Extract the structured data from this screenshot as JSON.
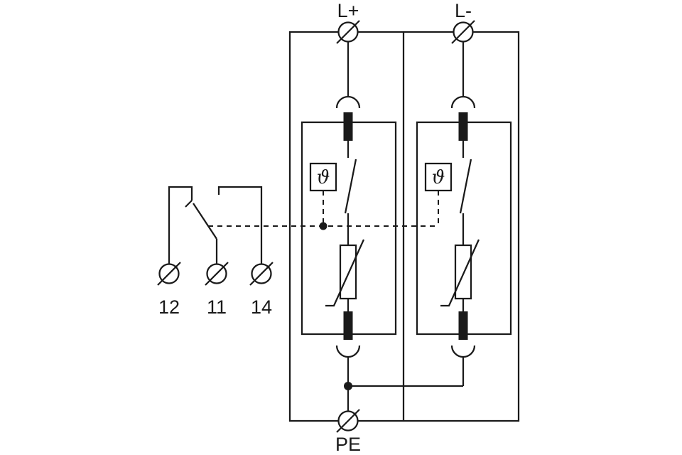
{
  "colors": {
    "line": "#1a1a1a",
    "background": "#ffffff"
  },
  "terminals": {
    "l_plus": {
      "label": "L+"
    },
    "l_minus": {
      "label": "L-"
    },
    "pe": {
      "label": "PE"
    },
    "aux": [
      {
        "label": "12"
      },
      {
        "label": "11"
      },
      {
        "label": "14"
      }
    ]
  },
  "modules": {
    "left": {
      "thermal_symbol": "ϑ"
    },
    "right": {
      "thermal_symbol": "ϑ"
    }
  }
}
